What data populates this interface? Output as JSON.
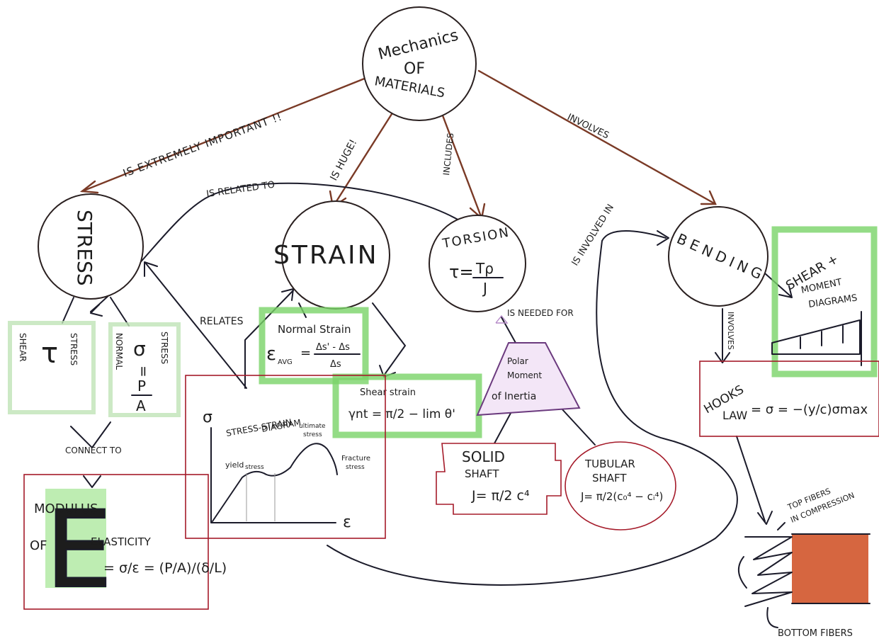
{
  "nodes": {
    "root": {
      "line1": "Mechanics",
      "line2": "OF",
      "line3": "MATERIALS"
    },
    "stress": {
      "label": "STRESS"
    },
    "strain": {
      "label": "STRAIN"
    },
    "torsion": {
      "label": "TORSION",
      "formula_lhs": "τ=",
      "formula_num": "Tρ",
      "formula_den": "J"
    },
    "bending": {
      "label": "BENDING"
    },
    "shear_stress": {
      "word1": "SHEAR",
      "symbol": "τ",
      "word2": "STRESS"
    },
    "normal_stress": {
      "word1": "NORMAL",
      "symbol": "σ",
      "eq": "=",
      "num": "P",
      "den": "A",
      "word2": "STRESS"
    },
    "normal_strain": {
      "title": "Normal Strain",
      "lhs": "ε",
      "lhs_sub": "AVG",
      "eq": "=",
      "num": "Δs' - Δs",
      "den": "Δs"
    },
    "shear_strain": {
      "title": "Shear strain",
      "formula": "γnt = π/2 − lim θ'"
    },
    "stress_strain": {
      "title1": "STRESS-STRAIN",
      "title2": "DIAGRAM",
      "y_axis": "σ",
      "x_axis": "ε",
      "yield": "yield",
      "yield_sub": "stress",
      "ultimate": "ultimate",
      "ultimate_sub": "stress",
      "fracture": "Fracture",
      "fracture_sub": "stress"
    },
    "modulus": {
      "line1": "MODULUS",
      "line2": "OF",
      "line3": "ELASTICITY",
      "letter": "E",
      "formula": "= σ/ε = (P/A)/(δ/L)"
    },
    "polar": {
      "line1": "Polar",
      "line2": "Moment",
      "line3": "of Inertia"
    },
    "solid_shaft": {
      "line1": "SOLID",
      "line2": "SHAFT",
      "formula": "J= π/2 c⁴"
    },
    "tubular_shaft": {
      "line1": "TUBULAR",
      "line2": "SHAFT",
      "formula": "J= π/2(c₀⁴ − cᵢ⁴)"
    },
    "shear_moment": {
      "line1": "SHEAR +",
      "line2": "MOMENT",
      "line3": "DIAGRAMS"
    },
    "hookes": {
      "line1": "HOOKS",
      "line2": "LAW",
      "formula": "= σ = −(y/c)σmax"
    },
    "fibers": {
      "top1": "TOP FIBERS",
      "top2": "IN COMPRESSION",
      "bottom": "BOTTOM FIBERS"
    }
  },
  "links": {
    "extremely_important": "IS EXTREMELY IMPORTANT !!",
    "is_huge": "IS HUGE!",
    "includes": "INCLUDES",
    "involves": "INVOLVES",
    "is_related_to": "IS RELATED TO",
    "relates": "RELATES",
    "is_involved_in": "IS INVOLVED IN",
    "is_needed_for": "IS NEEDED FOR",
    "connect_to": "CONNECT TO",
    "involves_bending": "INVOLVES"
  },
  "colors": {
    "ink": "#1b1b2a",
    "root_arrows": "#7a3a26",
    "box_outline_red": "#a51b2a",
    "highlight_green": "#79d368",
    "polar_fill": "#c9a3d9",
    "beam_fill": "#d2552b"
  }
}
